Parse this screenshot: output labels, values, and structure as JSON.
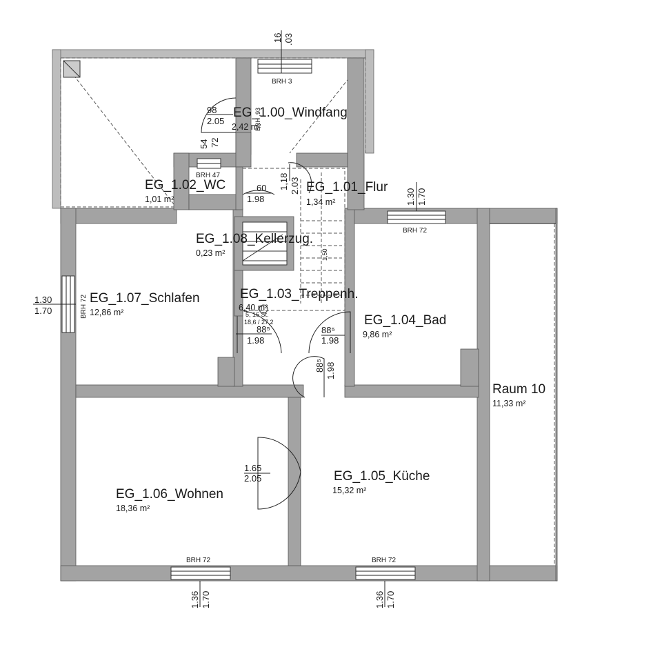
{
  "rooms": [
    {
      "id": "windfang",
      "name": "EG_1.00_Windfang",
      "area": "2,42 m²"
    },
    {
      "id": "flur",
      "name": "EG_1.01_Flur",
      "area": "1,34 m²"
    },
    {
      "id": "wc",
      "name": "EG_1.02_WC",
      "area": "1,01 m²"
    },
    {
      "id": "treppenh",
      "name": "EG_1.03_Treppenh.",
      "area": "6,40 m²"
    },
    {
      "id": "bad",
      "name": "EG_1.04_Bad",
      "area": "9,86 m²"
    },
    {
      "id": "kueche",
      "name": "EG_1.05_Küche",
      "area": "15,32 m²"
    },
    {
      "id": "wohnen",
      "name": "EG_1.06_Wohnen",
      "area": "18,36 m²"
    },
    {
      "id": "schlafen",
      "name": "EG_1.07_Schlafen",
      "area": "12,86 m²"
    },
    {
      "id": "kellerzug",
      "name": "EG_1.08_Kellerzug.",
      "area": "0,23 m²"
    },
    {
      "id": "raum10",
      "name": "Raum 10",
      "area": "11,33 m²"
    }
  ],
  "windows": {
    "top": "BRH 3",
    "wc": "BRH 47",
    "bad": "BRH 72",
    "schlafen": "BRH 72",
    "wohnen": "BRH 72",
    "kueche": "BRH 72"
  },
  "dimensions": {
    "top_upper": "16",
    "top_lower": ".03",
    "windfang_door_w": "98",
    "windfang_door_h": "2.05",
    "windfang_brh": "BRH ,93",
    "wc_door_w": "54",
    "wc_door_h": "72",
    "flur_door1_w": "60",
    "flur_door1_h": "1.98",
    "flur_mid_1": "1,18",
    "flur_mid_2": "2.03",
    "bad_win_upper": "1.30",
    "bad_win_lower": "1.70",
    "schlafen_win_upper": "1.30",
    "schlafen_win_lower": "1.70",
    "stair_note1": "5, 16 St.",
    "stair_note2": "18,6 / 27,2",
    "stair_door_w": "88⁵",
    "stair_door_h": "1.98",
    "bad_door_w": "88⁵",
    "bad_door_h": "1.98",
    "kueche_door_w": "88⁵",
    "kueche_door_h": "1.98",
    "wohnen_door_w": "1.65",
    "wohnen_door_h": "2.05",
    "wohnen_win_upper": "1.36",
    "wohnen_win_lower": "1.70",
    "kueche_win_upper": "1.36",
    "kueche_win_lower": "1.70",
    "treppe_small": "1,50"
  }
}
